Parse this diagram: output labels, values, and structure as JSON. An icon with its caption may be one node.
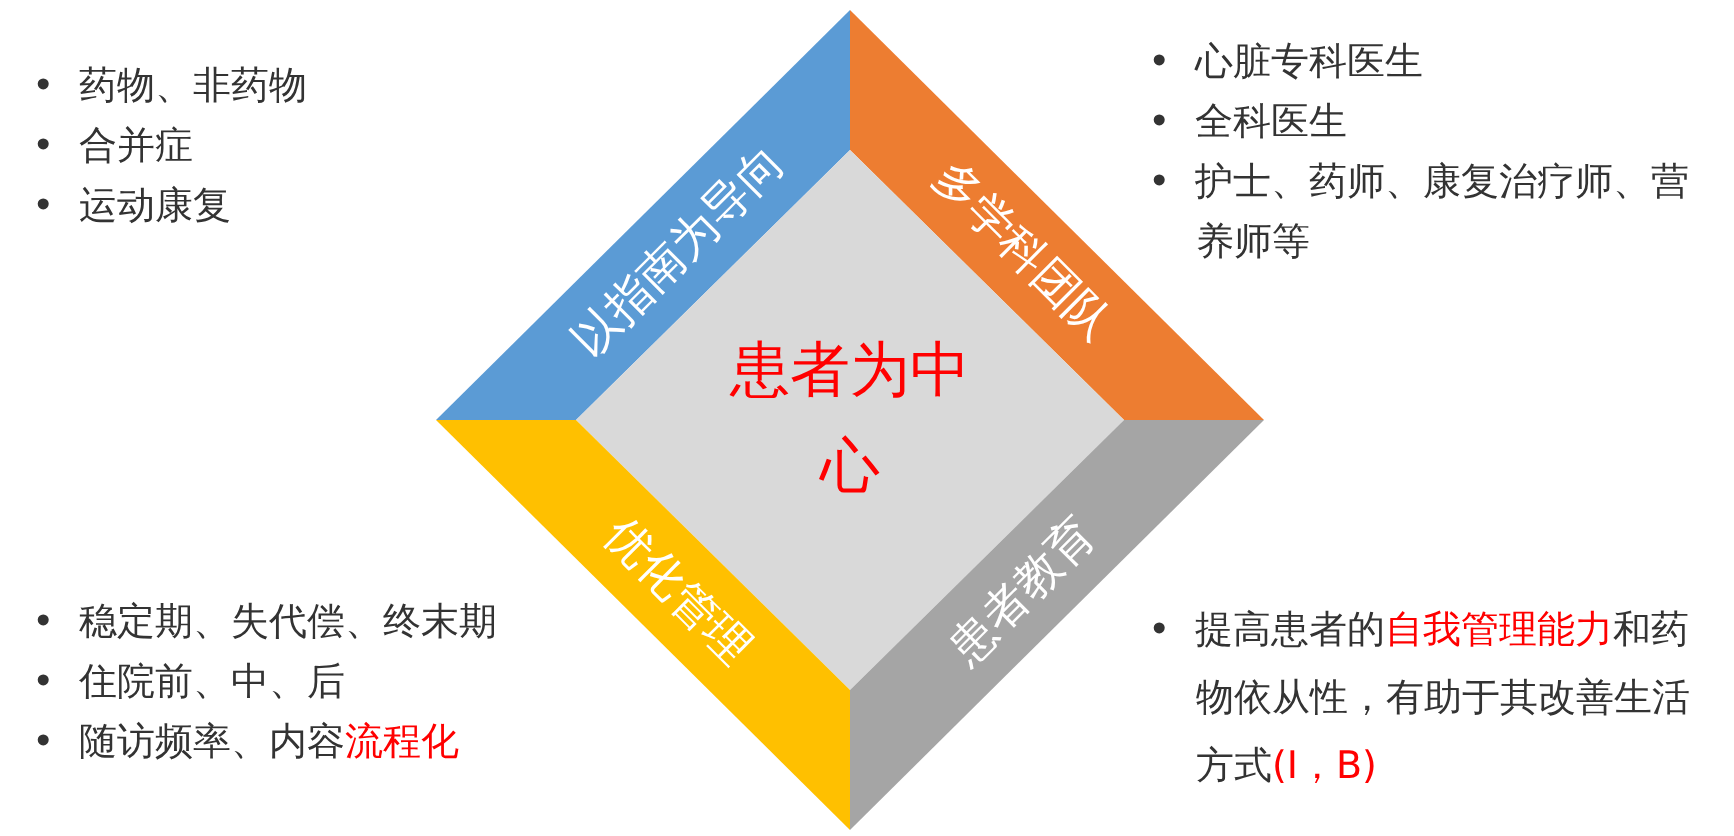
{
  "diagram": {
    "nodes": [
      {
        "text": [
          "以指南为导向"
        ],
        "beside": [
          "•  药物、非药物",
          "•  合并症",
          "•  运动康复"
        ]
      },
      {
        "text": [
          "多学科团队"
        ],
        "beside": [
          "•  心脏专科医生",
          "•  全科医生",
          "•  护士、药师、康复治疗师、营养师等"
        ]
      },
      {
        "text": [
          "患者为中心"
        ]
      },
      {
        "text": [
          "优化管理"
        ],
        "beside": [
          "•  稳定期、失代偿、终末期",
          "•  住院前、中、后",
          "•  随访频率、内容**流程化**"
        ]
      },
      {
        "text": [
          "患者教育"
        ],
        "beside": [
          "•  提高患者的**自我管理能力**和药物依从性，有助于其改善生活方式**(Ⅰ，B)**"
        ]
      }
    ]
  }
}
